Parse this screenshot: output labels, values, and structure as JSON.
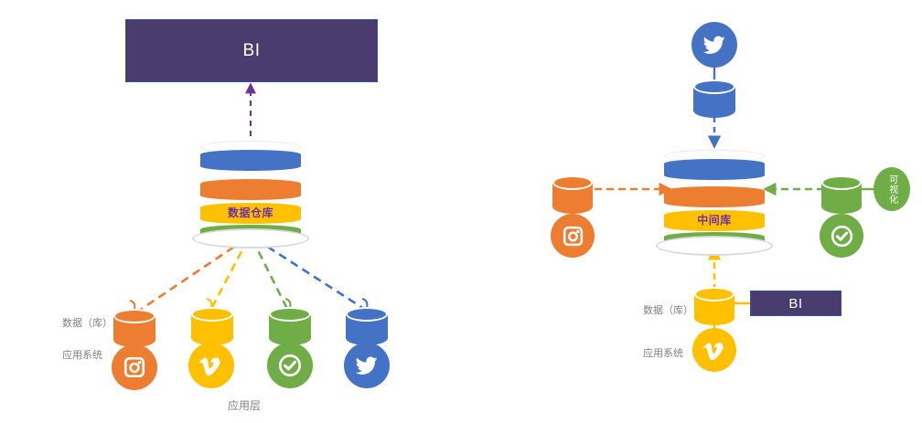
{
  "diagram": {
    "title_hidden": "",
    "left": {
      "bi_label": "BI",
      "warehouse_label": "数据仓库",
      "row_label_data": "数据（库）",
      "row_label_app": "应用系统",
      "layer_label": "应用层",
      "nodes": [
        {
          "name": "instagram-node",
          "color": "#ED7D31",
          "icon": "instagram-icon"
        },
        {
          "name": "vimeo-node",
          "color": "#FFC000",
          "icon": "vimeo-icon"
        },
        {
          "name": "check-node",
          "color": "#70AD47",
          "icon": "check-circle-icon"
        },
        {
          "name": "twitter-node",
          "color": "#4472C4",
          "icon": "twitter-icon"
        }
      ],
      "bands": [
        {
          "color": "#4472C4"
        },
        {
          "color": "#ED7D31"
        },
        {
          "color": "#FFC000"
        },
        {
          "color": "#70AD47"
        }
      ]
    },
    "right": {
      "bi_label": "BI",
      "warehouse_label": "中间库",
      "row_label_data": "数据（库）",
      "row_label_app": "应用系统",
      "viz_label": "可视化",
      "top_node": {
        "name": "twitter-source",
        "color": "#4472C4",
        "icon": "twitter-icon"
      },
      "left_node": {
        "name": "instagram-source",
        "color": "#ED7D31",
        "icon": "instagram-icon"
      },
      "right_node": {
        "name": "check-source",
        "color": "#70AD47",
        "icon": "check-circle-icon"
      },
      "bottom_node": {
        "name": "vimeo-target",
        "color": "#FFC000",
        "icon": "vimeo-icon"
      },
      "bands": [
        {
          "color": "#4472C4"
        },
        {
          "color": "#ED7D31"
        },
        {
          "color": "#FFC000"
        },
        {
          "color": "#70AD47"
        }
      ]
    },
    "colors": {
      "bi_purple": "#4A3C6E",
      "title_purple": "#7030A0",
      "blue": "#4472C4",
      "orange": "#ED7D31",
      "yellow": "#FFC000",
      "green": "#70AD47",
      "label_gray": "#808080",
      "base_gray": "#D9D9D9"
    }
  }
}
